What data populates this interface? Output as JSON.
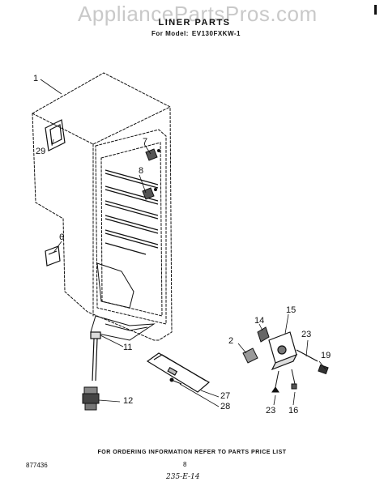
{
  "watermark": "AppliancePartsPros.com",
  "header": {
    "title": "LINER PARTS",
    "model_label": "For Model:",
    "model_value": "EV130FXKW-1"
  },
  "footer": {
    "ordering_note": "FOR ORDERING INFORMATION REFER TO PARTS PRICE LIST",
    "document_number": "877436",
    "page_number": "8",
    "handwritten_note": "235-E-14"
  },
  "callouts": {
    "c1": "1",
    "c29": "29",
    "c7": "7",
    "c8": "8",
    "c6": "6",
    "c11": "11",
    "c12": "12",
    "c27": "27",
    "c28": "28",
    "c14": "14",
    "c15": "15",
    "c2": "2",
    "c23a": "23",
    "c19": "19",
    "c23b": "23",
    "c16": "16"
  }
}
